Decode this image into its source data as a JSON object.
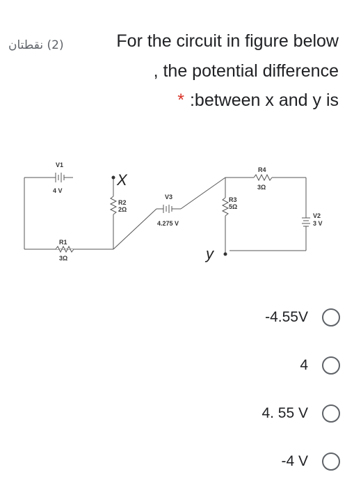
{
  "question": {
    "points": "(2) نقطتان",
    "line1": "For the circuit in figure below",
    "line2": ", the potential difference",
    "line3": ":between x and y is",
    "required_marker": "*"
  },
  "figure": {
    "v1_name": "V1",
    "v1_value": "4 V",
    "r1_name": "R1",
    "r1_value": "3Ω",
    "r2_name": "R2",
    "r2_value": "2Ω",
    "v3_name": "V3",
    "v3_value": "4.275 V",
    "r3_name": "R3",
    "r3_value": "5Ω",
    "r4_name": "R4",
    "r4_value": "3Ω",
    "v2_name": "V2",
    "v2_value": "3 V",
    "x_label": "X",
    "y_label": "y"
  },
  "options": [
    {
      "label": "-4.55V",
      "selected": false
    },
    {
      "label": "4",
      "selected": false
    },
    {
      "label": "4. 55 V",
      "selected": false
    },
    {
      "label": "-4 V",
      "selected": false
    }
  ],
  "colors": {
    "text": "#202124",
    "muted": "#5f6368",
    "required": "#d93025",
    "circuit": "#555555"
  }
}
